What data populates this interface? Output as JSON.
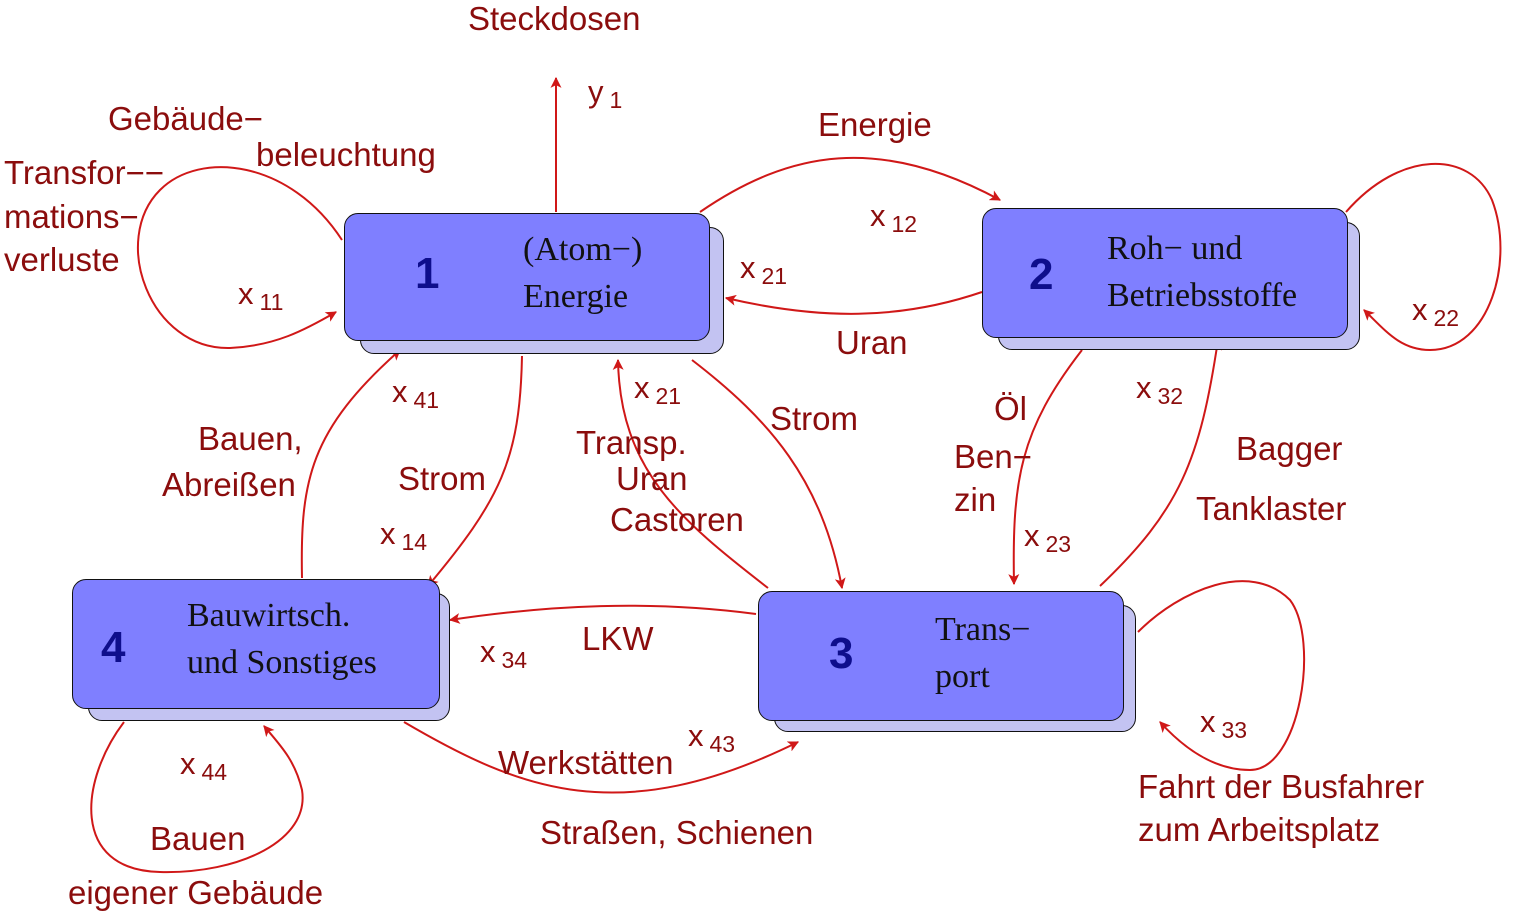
{
  "colors": {
    "edge": "#d01818",
    "text": "#8b0d0d",
    "node_fill": "#7f7fff",
    "node_shadow": "#c3c3f2",
    "node_number": "#0e0e8c"
  },
  "nodes": [
    {
      "id": "1",
      "number": "1",
      "title_line1": "(Atom−)",
      "title_line2": "Energie"
    },
    {
      "id": "2",
      "number": "2",
      "title_line1": "Roh− und",
      "title_line2": "Betriebsstoffe"
    },
    {
      "id": "3",
      "number": "3",
      "title_line1": "Trans−",
      "title_line2": "port"
    },
    {
      "id": "4",
      "number": "4",
      "title_line1": "Bauwirtsch.",
      "title_line2": "und Sonstiges"
    }
  ],
  "flows": {
    "y1": {
      "base": "y",
      "sub": "1"
    },
    "x11": {
      "base": "x",
      "sub": "11"
    },
    "x12": {
      "base": "x",
      "sub": "12"
    },
    "x21_top": {
      "base": "x",
      "sub": "21"
    },
    "x21_mid": {
      "base": "x",
      "sub": "21"
    },
    "x22": {
      "base": "x",
      "sub": "22"
    },
    "x41": {
      "base": "x",
      "sub": "41"
    },
    "x14": {
      "base": "x",
      "sub": "14"
    },
    "x32": {
      "base": "x",
      "sub": "32"
    },
    "x23": {
      "base": "x",
      "sub": "23"
    },
    "x34": {
      "base": "x",
      "sub": "34"
    },
    "x43": {
      "base": "x",
      "sub": "43"
    },
    "x44": {
      "base": "x",
      "sub": "44"
    },
    "x33": {
      "base": "x",
      "sub": "33"
    }
  },
  "labels": {
    "steckdosen": "Steckdosen",
    "gebaeude": "Gebäude−",
    "beleuchtung": "beleuchtung",
    "transfor": "Transfor−−",
    "mations": "mations−",
    "verluste": "verluste",
    "energie": "Energie",
    "uran": "Uran",
    "strom_top": "Strom",
    "strom_left": "Strom",
    "bauen_comma": "Bauen,",
    "abreissen": "Abreißen",
    "transp": "Transp.",
    "uran2": "Uran",
    "castoren": "Castoren",
    "oel": "Öl",
    "ben": "Ben−",
    "zin": "zin",
    "bagger": "Bagger",
    "tanklaster": "Tanklaster",
    "lkw": "LKW",
    "werkstaetten": "Werkstätten",
    "strassen": "Straßen, Schienen",
    "bauen": "Bauen",
    "eigener": "eigener Gebäude",
    "fahrt": "Fahrt der Busfahrer",
    "arbeitsplatz": "zum Arbeitsplatz"
  }
}
